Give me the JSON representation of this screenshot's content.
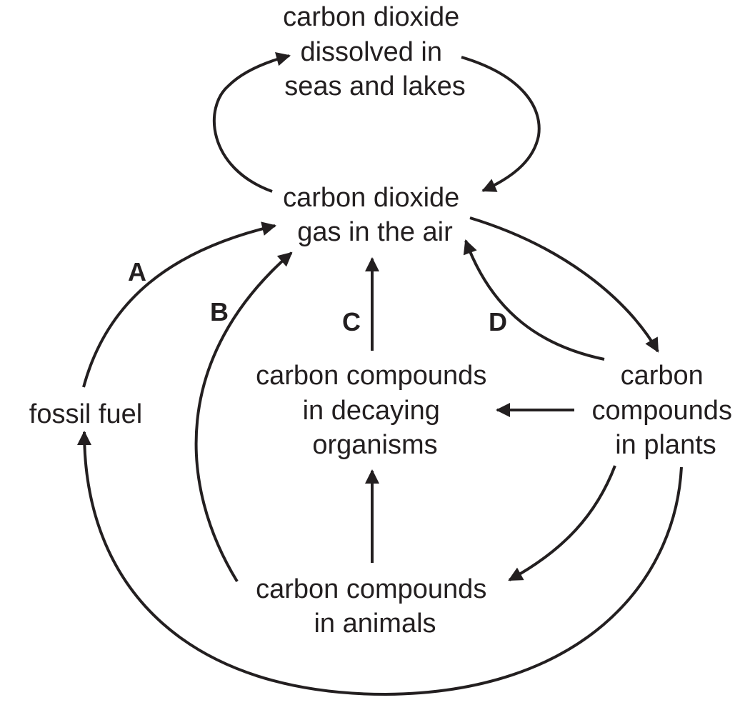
{
  "diagram": {
    "title": "Carbon cycle",
    "nodes": [
      {
        "id": "dissolved",
        "lines": [
          "carbon dioxide",
          "dissolved in",
          "seas and lakes"
        ]
      },
      {
        "id": "air",
        "lines": [
          "carbon dioxide",
          "gas in the air"
        ]
      },
      {
        "id": "fossil",
        "lines": [
          "fossil fuel"
        ]
      },
      {
        "id": "decaying",
        "lines": [
          "carbon compounds",
          "in decaying",
          "organisms"
        ]
      },
      {
        "id": "plants",
        "lines": [
          "carbon",
          "compounds",
          "in plants"
        ]
      },
      {
        "id": "animals",
        "lines": [
          "carbon compounds",
          "in animals"
        ]
      }
    ],
    "arrow_labels": {
      "a": "A",
      "b": "B",
      "c": "C",
      "d": "D"
    },
    "edges": [
      {
        "from": "air",
        "to": "dissolved",
        "label": ""
      },
      {
        "from": "dissolved",
        "to": "air",
        "label": ""
      },
      {
        "from": "fossil",
        "to": "air",
        "label": "A"
      },
      {
        "from": "animals",
        "to": "air",
        "label": "B"
      },
      {
        "from": "decaying",
        "to": "air",
        "label": "C"
      },
      {
        "from": "plants",
        "to": "air",
        "label": "D"
      },
      {
        "from": "air",
        "to": "plants",
        "label": ""
      },
      {
        "from": "plants",
        "to": "decaying",
        "label": ""
      },
      {
        "from": "animals",
        "to": "decaying",
        "label": ""
      },
      {
        "from": "plants",
        "to": "animals",
        "label": ""
      },
      {
        "from": "plants",
        "to": "fossil",
        "label": ""
      }
    ]
  }
}
